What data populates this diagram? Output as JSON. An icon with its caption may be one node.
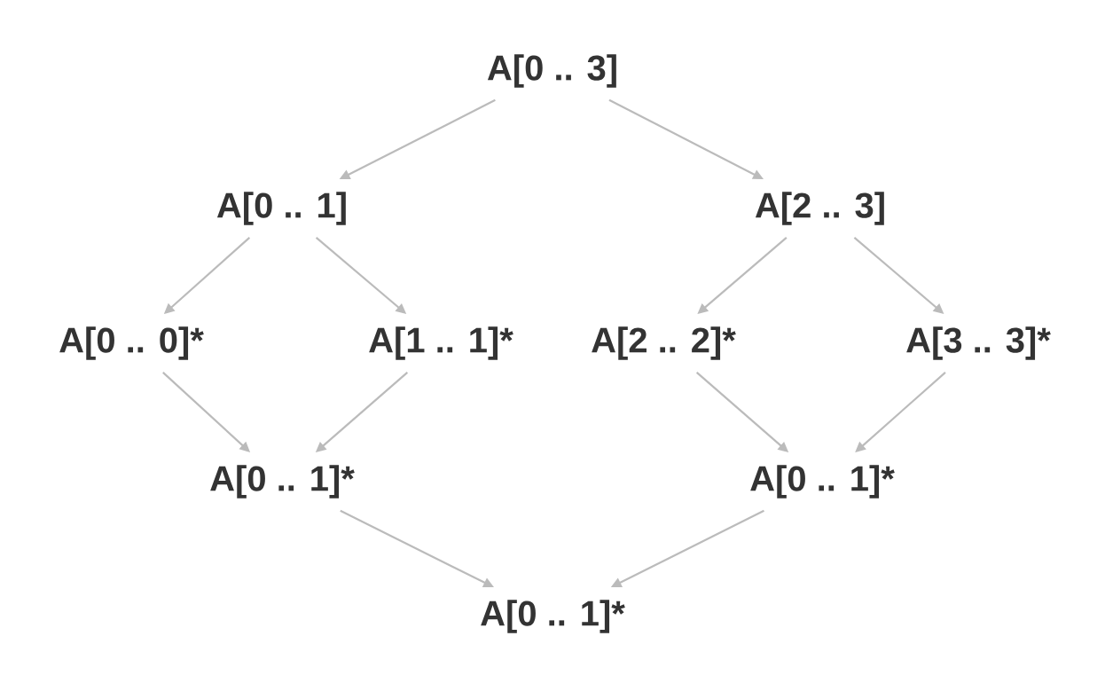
{
  "diagram": {
    "nodes": [
      {
        "text": [
          "A[0 .. 3]"
        ]
      },
      {
        "text": [
          "A[0 .. 1]"
        ]
      },
      {
        "text": [
          "A[2 .. 3]"
        ]
      },
      {
        "text": [
          "A[0 .. 0]*"
        ]
      },
      {
        "text": [
          "A[1 .. 1]*"
        ]
      },
      {
        "text": [
          "A[2 .. 2]*"
        ]
      },
      {
        "text": [
          "A[3 .. 3]*"
        ]
      },
      {
        "text": [
          "A[0 .. 1]*"
        ]
      },
      {
        "text": [
          "A[0 .. 1]*"
        ]
      },
      {
        "text": [
          "A[0 .. 1]*"
        ]
      }
    ],
    "edges": [
      {
        "from": 0,
        "to": 1,
        "arrow": "to"
      },
      {
        "from": 0,
        "to": 2,
        "arrow": "to"
      },
      {
        "from": 1,
        "to": 3,
        "arrow": "to"
      },
      {
        "from": 1,
        "to": 4,
        "arrow": "to"
      },
      {
        "from": 2,
        "to": 5,
        "arrow": "to"
      },
      {
        "from": 2,
        "to": 6,
        "arrow": "to"
      },
      {
        "from": 3,
        "to": 7,
        "arrow": "to"
      },
      {
        "from": 4,
        "to": 7,
        "arrow": "to"
      },
      {
        "from": 5,
        "to": 8,
        "arrow": "to"
      },
      {
        "from": 6,
        "to": 8,
        "arrow": "to"
      },
      {
        "from": 7,
        "to": 9,
        "arrow": "to"
      },
      {
        "from": 8,
        "to": 9,
        "arrow": "to"
      }
    ]
  }
}
